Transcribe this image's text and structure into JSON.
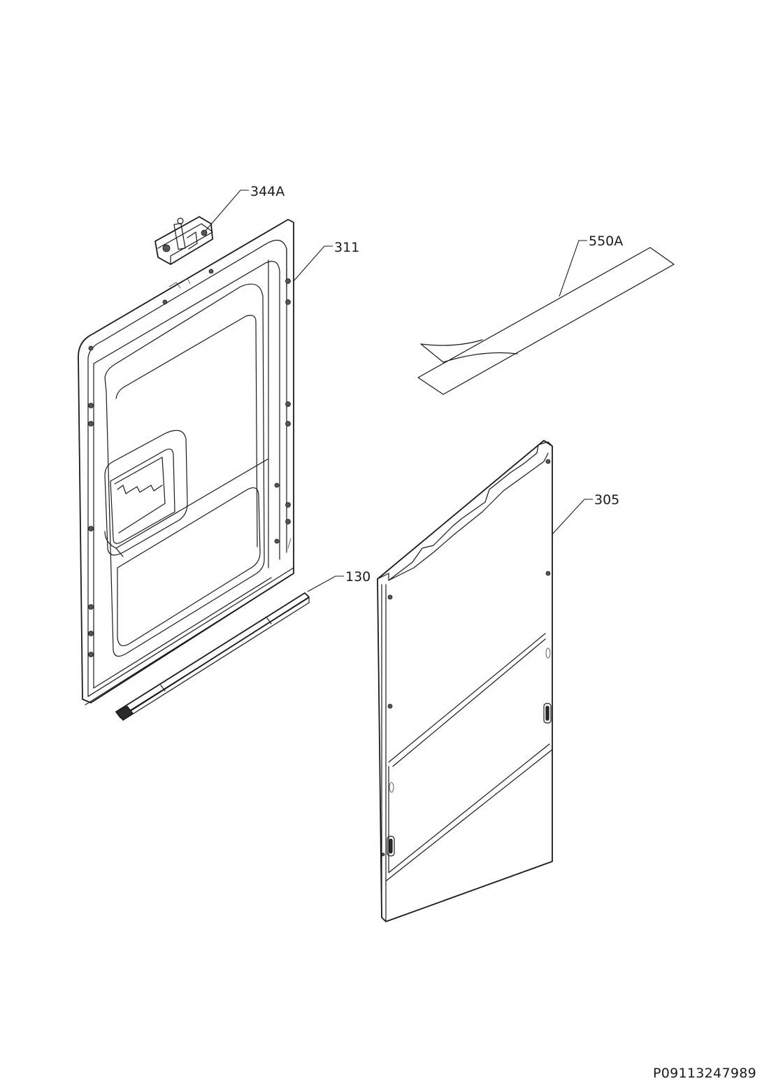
{
  "callouts": {
    "c344a": "344A",
    "c311": "311",
    "c550a": "550A",
    "c305": "305",
    "c130": "130"
  },
  "document_code": "P09113247989",
  "colors": {
    "line": "#1a1a1a",
    "background": "#ffffff"
  }
}
